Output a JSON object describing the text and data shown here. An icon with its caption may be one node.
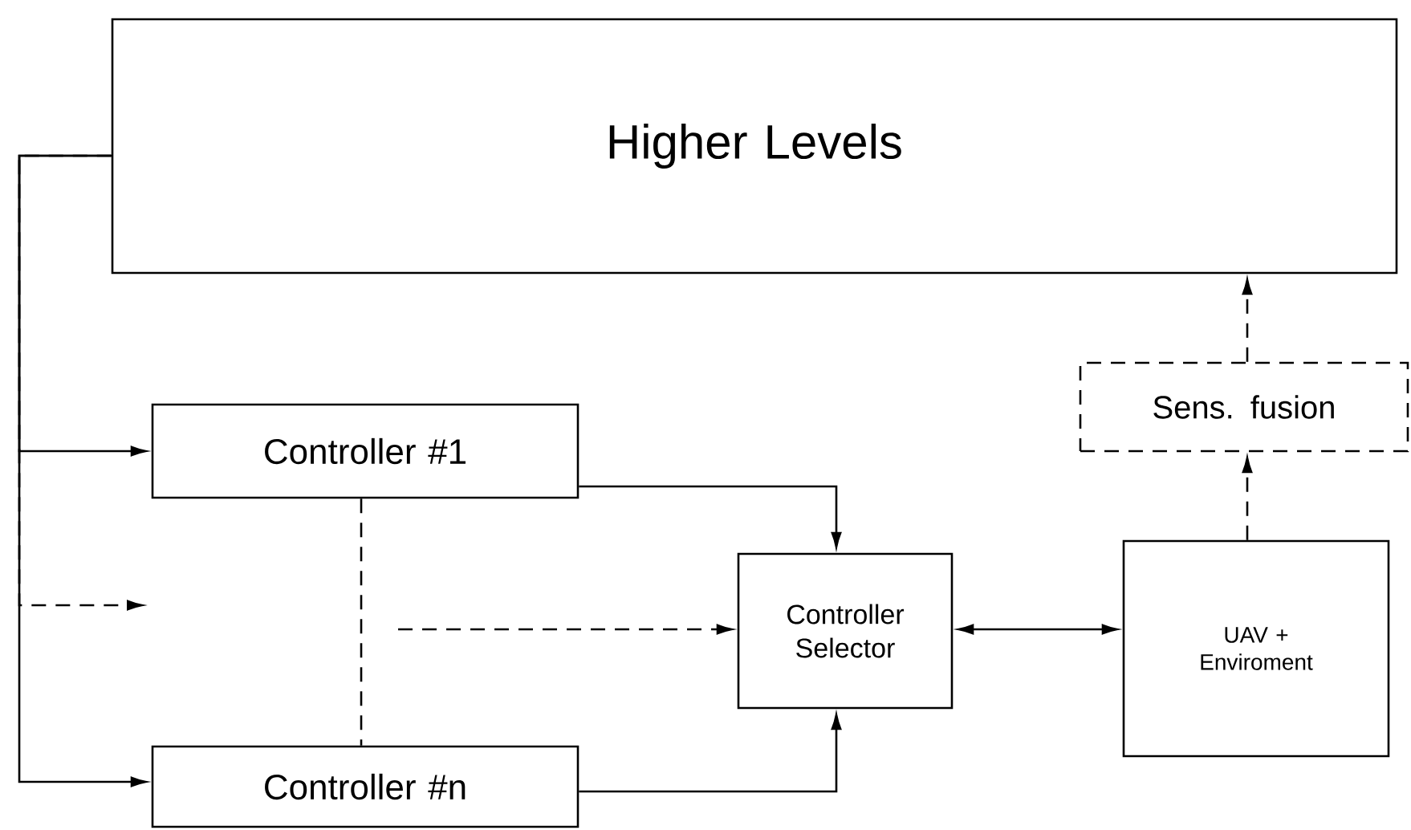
{
  "diagram": {
    "nodes": [
      {
        "text": [
          "Higher Levels"
        ]
      },
      {
        "text": [
          "Controller #1"
        ]
      },
      {
        "text": [
          "Controller #n"
        ]
      },
      {
        "text": [
          "Controller Selector"
        ]
      },
      {
        "text": [
          "UAV + Enviroment"
        ]
      },
      {
        "text": [
          "Sens. fusion"
        ]
      }
    ],
    "edges": [
      {
        "from": 0,
        "to": 1,
        "arrow": "to"
      },
      {
        "from": 0,
        "to": 2,
        "arrow": "to"
      },
      {
        "from": 0,
        "to": null,
        "arrow": "to",
        "style": "dashed"
      },
      {
        "from": 1,
        "to": 2,
        "arrow": "none",
        "style": "dashed"
      },
      {
        "from": null,
        "to": 3,
        "arrow": "to",
        "style": "dashed"
      },
      {
        "from": 1,
        "to": 3,
        "arrow": "to"
      },
      {
        "from": 2,
        "to": 3,
        "arrow": "to"
      },
      {
        "from": 3,
        "to": 4,
        "arrow": "both"
      },
      {
        "from": 4,
        "to": 5,
        "arrow": "to",
        "style": "dashed"
      },
      {
        "from": 5,
        "to": 0,
        "arrow": "to",
        "style": "dashed"
      }
    ]
  }
}
